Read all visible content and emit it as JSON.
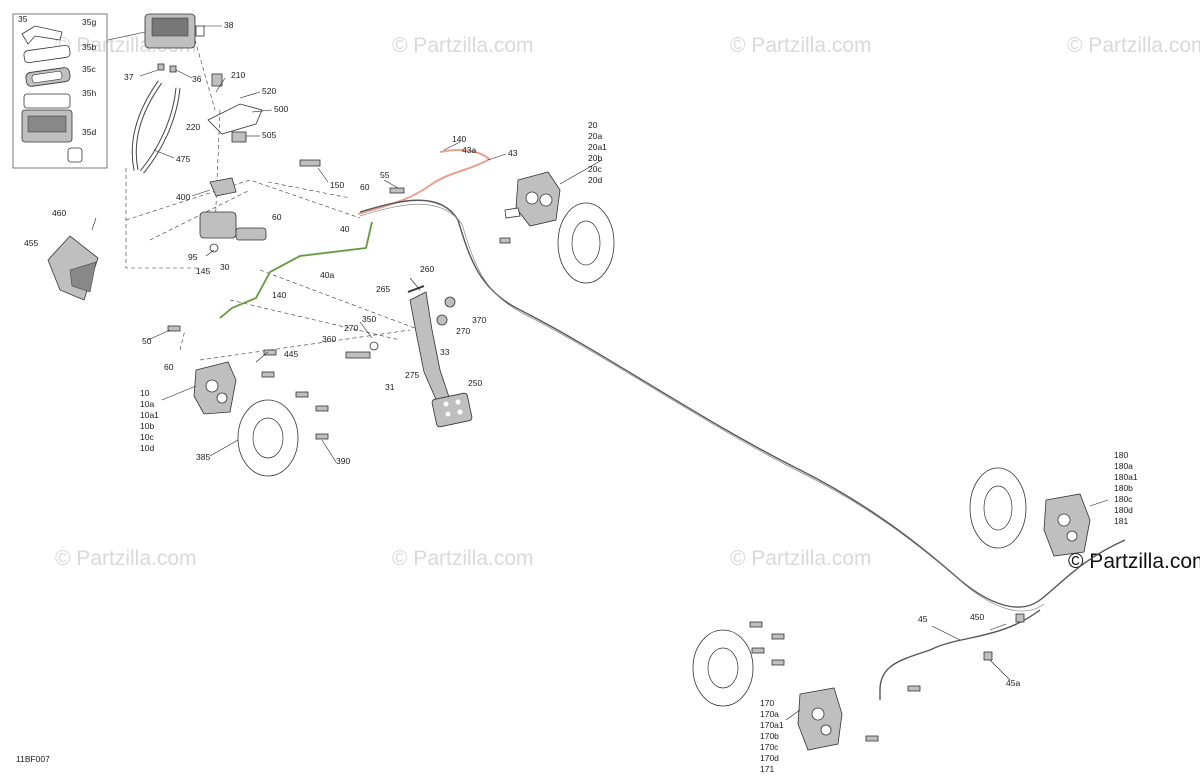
{
  "diagram": {
    "code": "11BF007",
    "watermark": "© Partzilla.com",
    "highlight_colors": {
      "green_line": "#7fae5a",
      "red_line": "#e8a08f"
    },
    "callouts": {
      "c35": "35",
      "c35g": "35g",
      "c35b": "35b",
      "c35c": "35c",
      "c35h": "35h",
      "c35d": "35d",
      "c38": "38",
      "c37": "37",
      "c36": "36",
      "c210": "210",
      "c520": "520",
      "c500": "500",
      "c220": "220",
      "c505": "505",
      "c475": "475",
      "c400": "400",
      "c60a": "60",
      "c150": "150",
      "c60b": "60",
      "c55": "55",
      "c140a": "140",
      "c43a": "43a",
      "c43": "43",
      "c460": "460",
      "c455": "455",
      "c95": "95",
      "c30": "30",
      "c40": "40",
      "c145": "145",
      "c140b": "140",
      "c40a": "40a",
      "c260": "260",
      "c265": "265",
      "c370": "370",
      "c270a": "270",
      "c270b": "270",
      "c350": "350",
      "c360": "360",
      "c33": "33",
      "c275": "275",
      "c31": "31",
      "c250": "250",
      "c50": "50",
      "c60c": "60",
      "c445": "445",
      "c385": "385",
      "c390": "390",
      "c450": "450",
      "c45": "45",
      "c45a": "45a"
    },
    "group_20": [
      "20",
      "20a",
      "20a1",
      "20b",
      "20c",
      "20d"
    ],
    "group_10": [
      "10",
      "10a",
      "10a1",
      "10b",
      "10c",
      "10d"
    ],
    "group_180": [
      "180",
      "180a",
      "180a1",
      "180b",
      "180c",
      "180d",
      "181"
    ],
    "group_170": [
      "170",
      "170a",
      "170a1",
      "170b",
      "170c",
      "170d",
      "171"
    ]
  }
}
